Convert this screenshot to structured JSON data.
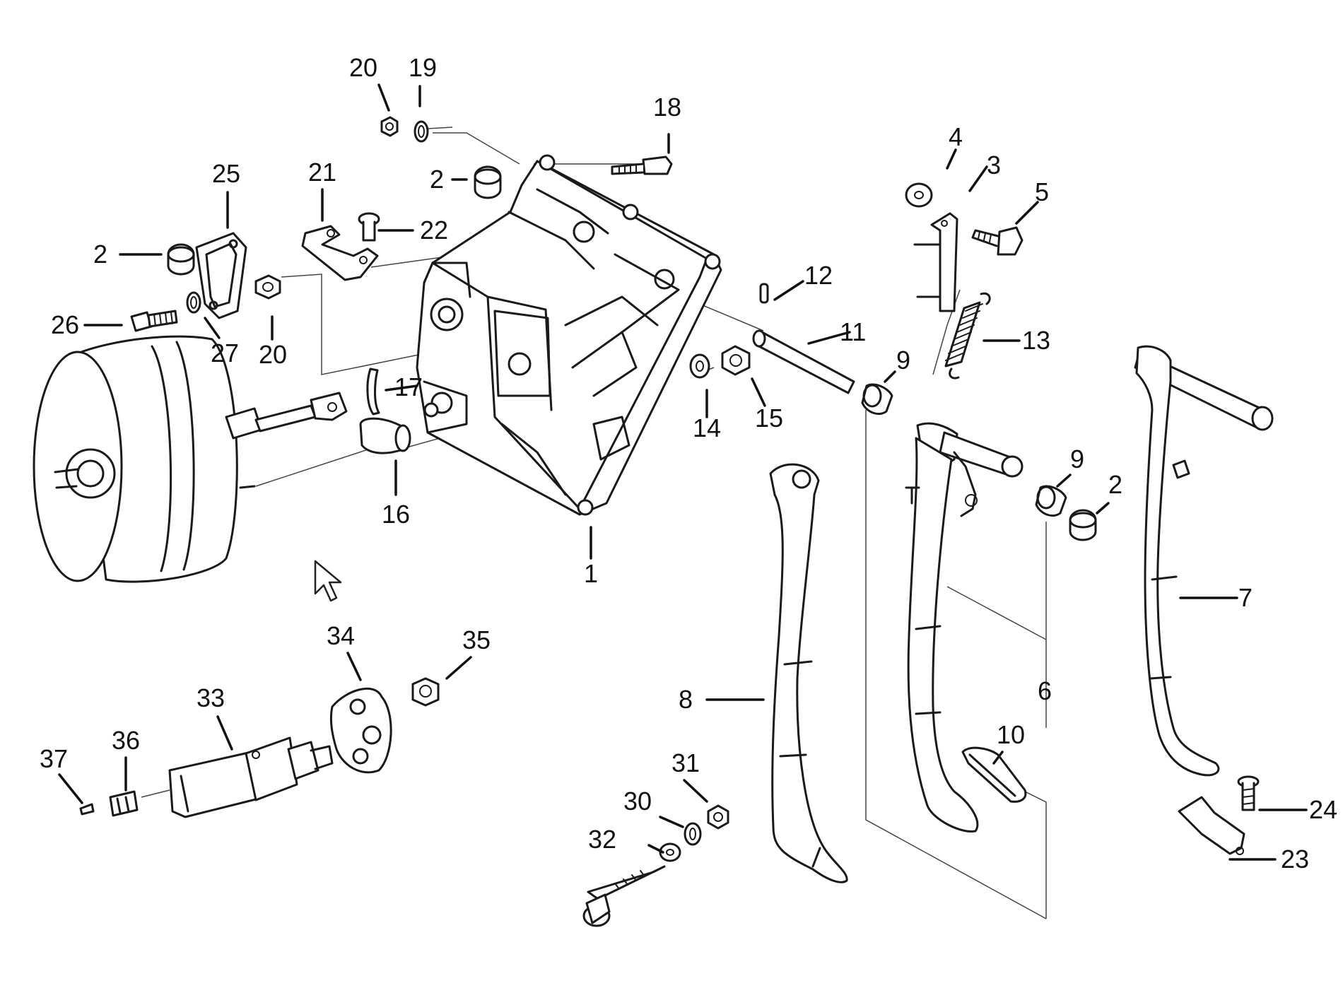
{
  "diagram": {
    "callouts": [
      {
        "id": "c1",
        "text": "1"
      },
      {
        "id": "c2a",
        "text": "2"
      },
      {
        "id": "c2b",
        "text": "2"
      },
      {
        "id": "c2c",
        "text": "2"
      },
      {
        "id": "c3",
        "text": "3"
      },
      {
        "id": "c4",
        "text": "4"
      },
      {
        "id": "c5",
        "text": "5"
      },
      {
        "id": "c6",
        "text": "6"
      },
      {
        "id": "c7",
        "text": "7"
      },
      {
        "id": "c8",
        "text": "8"
      },
      {
        "id": "c9a",
        "text": "9"
      },
      {
        "id": "c9b",
        "text": "9"
      },
      {
        "id": "c10",
        "text": "10"
      },
      {
        "id": "c11",
        "text": "11"
      },
      {
        "id": "c12",
        "text": "12"
      },
      {
        "id": "c13",
        "text": "13"
      },
      {
        "id": "c14",
        "text": "14"
      },
      {
        "id": "c15",
        "text": "15"
      },
      {
        "id": "c16",
        "text": "16"
      },
      {
        "id": "c17",
        "text": "17"
      },
      {
        "id": "c18",
        "text": "18"
      },
      {
        "id": "c19",
        "text": "19"
      },
      {
        "id": "c20a",
        "text": "20"
      },
      {
        "id": "c20b",
        "text": "20"
      },
      {
        "id": "c21",
        "text": "21"
      },
      {
        "id": "c22",
        "text": "22"
      },
      {
        "id": "c23",
        "text": "23"
      },
      {
        "id": "c24",
        "text": "24"
      },
      {
        "id": "c25",
        "text": "25"
      },
      {
        "id": "c26",
        "text": "26"
      },
      {
        "id": "c27",
        "text": "27"
      },
      {
        "id": "c30",
        "text": "30"
      },
      {
        "id": "c31",
        "text": "31"
      },
      {
        "id": "c32",
        "text": "32"
      },
      {
        "id": "c33",
        "text": "33"
      },
      {
        "id": "c34",
        "text": "34"
      },
      {
        "id": "c35",
        "text": "35"
      },
      {
        "id": "c36",
        "text": "36"
      },
      {
        "id": "c37",
        "text": "37"
      }
    ]
  }
}
